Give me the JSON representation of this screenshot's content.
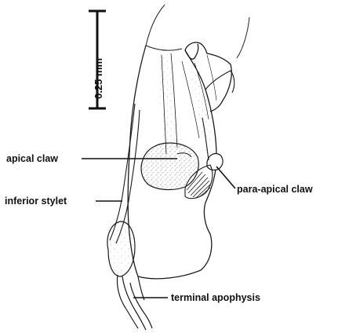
{
  "scale_bar": {
    "label": "0.25 mm"
  },
  "labels": {
    "apical_claw": "apical claw",
    "inferior_stylet": "inferior stylet",
    "para_apical_claw": "para-apical claw",
    "terminal_apophysis": "terminal apophysis"
  },
  "colors": {
    "ink": "#111111",
    "paper": "#ffffff"
  }
}
